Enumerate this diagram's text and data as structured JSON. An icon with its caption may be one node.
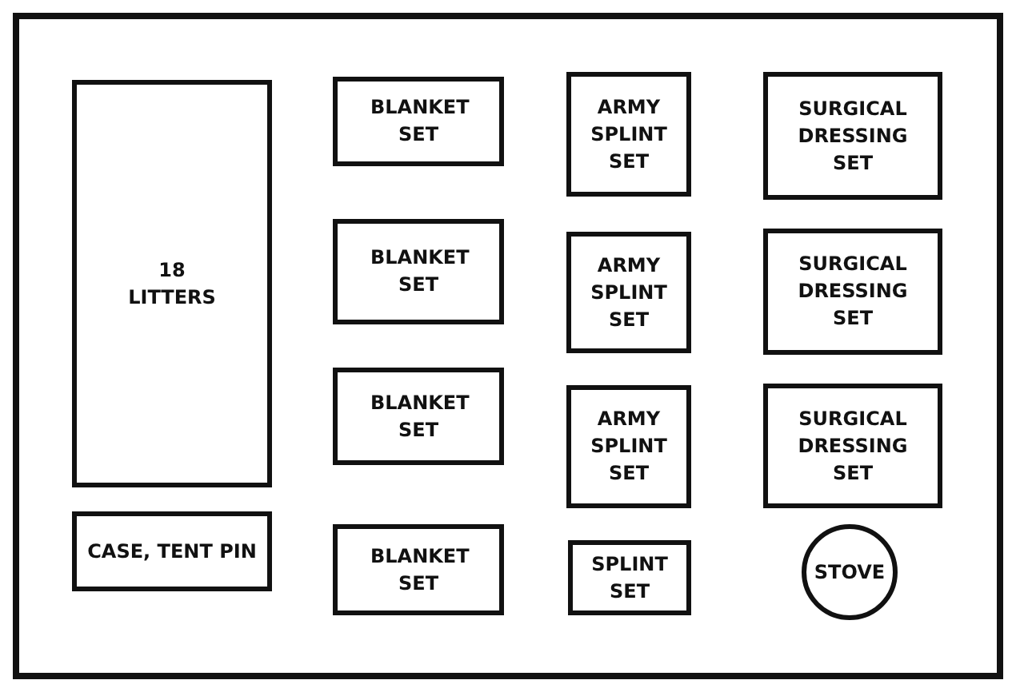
{
  "diagram": {
    "nodes": [
      {
        "text": [
          "18 LITTERS"
        ]
      },
      {
        "text": [
          "BLANKET SET"
        ]
      },
      {
        "text": [
          "ARMY SPLINT SET"
        ]
      },
      {
        "text": [
          "SURGICAL DRESSING SET"
        ]
      },
      {
        "text": [
          "BLANKET SET"
        ]
      },
      {
        "text": [
          "ARMY SPLINT SET"
        ]
      },
      {
        "text": [
          "SURGICAL DRESSING SET"
        ]
      },
      {
        "text": [
          "BLANKET SET"
        ]
      },
      {
        "text": [
          "ARMY SPLINT SET"
        ]
      },
      {
        "text": [
          "SURGICAL DRESSING SET"
        ]
      },
      {
        "text": [
          "CASE, TENT PIN"
        ]
      },
      {
        "text": [
          "BLANKET SET"
        ]
      },
      {
        "text": [
          "SPLINT SET"
        ]
      },
      {
        "text": [
          "STOVE"
        ]
      }
    ]
  }
}
